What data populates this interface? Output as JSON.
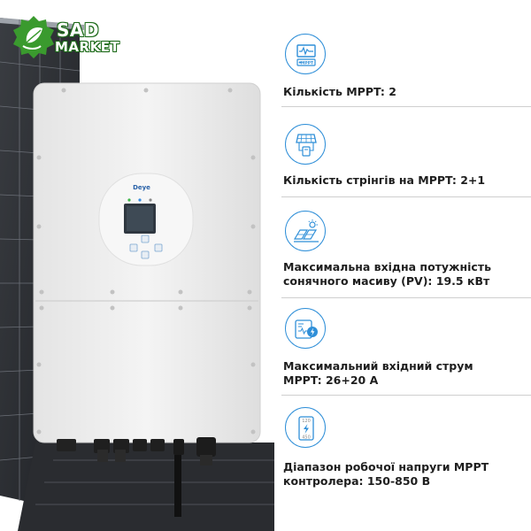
{
  "logo": {
    "line1": "SAD",
    "line2": "MARKET"
  },
  "device": {
    "brand": "Deye"
  },
  "features": [
    {
      "icon": "mppt-icon",
      "badge_label": "MPPT",
      "text": "Кількість MPPT: 2"
    },
    {
      "icon": "solar-strings-icon",
      "text": "Кількість стрінгів на MPPT: 2+1"
    },
    {
      "icon": "solar-array-icon",
      "text": "Максимальна вхідна потужність\nсонячного масиву (PV): 19.5 кВт"
    },
    {
      "icon": "current-icon",
      "text": "Максимальний вхідний струм\nMPPT: 26+20 A"
    },
    {
      "icon": "voltage-range-icon",
      "badge_top": "120",
      "badge_bottom": "450",
      "text": "Діапазон робочої напруги MPPT\nконтролера: 150-850 В"
    }
  ],
  "colors": {
    "accent": "#2f8fd8",
    "logo_green": "#3a9a2e",
    "panel_dark": "#2b2e33",
    "inverter_body": "#eeeeee"
  }
}
